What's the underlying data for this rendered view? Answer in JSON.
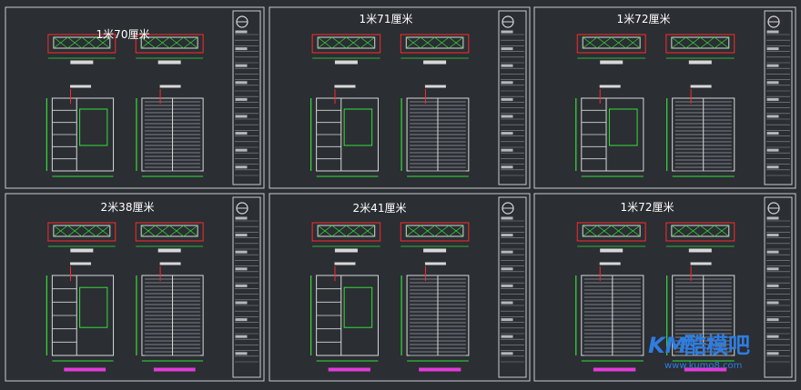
{
  "colors": {
    "background": "#2b2e33",
    "frame": "#c9ccd0",
    "dim": "#33e03a",
    "section": "#ff2a2a",
    "detail": "#d8d8d8",
    "label": "#e23bd8",
    "watermark": "#2f7de1"
  },
  "sheets": [
    {
      "title": "1米70厘米"
    },
    {
      "title": "1米71厘米"
    },
    {
      "title": "1米72厘米"
    },
    {
      "title": "2米38厘米"
    },
    {
      "title": "2米41厘米"
    },
    {
      "title": "1米72厘米"
    }
  ],
  "watermark": {
    "brand_latin": "KM",
    "brand_cn": "酷模吧",
    "url": "www.kumo8.com"
  }
}
